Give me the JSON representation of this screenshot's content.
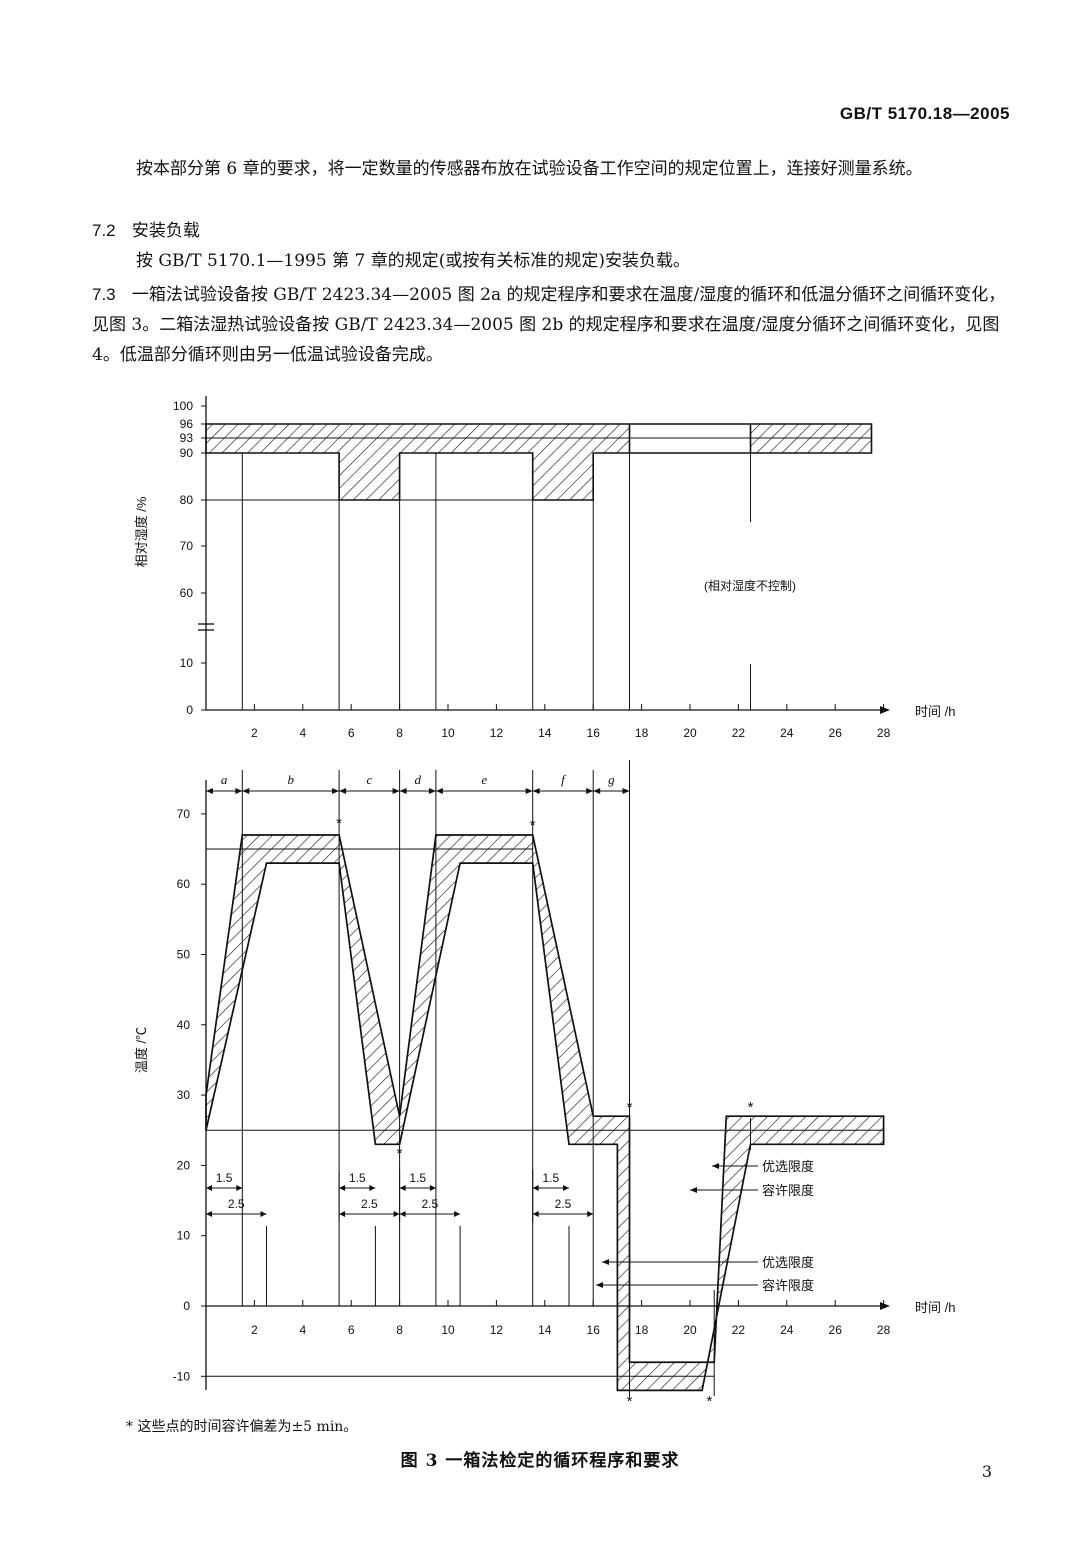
{
  "header": {
    "std_number": "GB/T 5170.18—2005"
  },
  "paragraphs": {
    "p1": "按本部分第 6 章的要求，将一定数量的传感器布放在试验设备工作空间的规定位置上，连接好测量系统。",
    "s72_num": "7.2",
    "s72_title": "安装负载",
    "p2": "按 GB/T 5170.1—1995 第 7 章的规定(或按有关标准的规定)安装负载。",
    "s73_num": "7.3",
    "p3": "一箱法试验设备按 GB/T 2423.34—2005 图 2a 的规定程序和要求在温度/湿度的循环和低温分循环之间循环变化，见图 3。二箱法湿热试验设备按 GB/T 2423.34—2005 图 2b 的规定程序和要求在温度/湿度分循环之间循环变化，见图 4。低温部分循环则由另一低温试验设备完成。"
  },
  "figure": {
    "humidity_ylabel": "相对湿度 /%",
    "humidity_yticks": [
      "100",
      "96",
      "93",
      "90",
      "80",
      "70",
      "60",
      "10",
      "0"
    ],
    "humidity_note": "(相对湿度不控制)",
    "time_label": "时间 /h",
    "xticks": [
      "2",
      "4",
      "6",
      "8",
      "10",
      "12",
      "14",
      "16",
      "18",
      "20",
      "22",
      "24",
      "26",
      "28"
    ],
    "temp_ylabel": "温度 /℃",
    "temp_yticks": [
      "70",
      "60",
      "50",
      "40",
      "30",
      "20",
      "10",
      "0",
      "-10"
    ],
    "phases": [
      "a",
      "b",
      "c",
      "d",
      "e",
      "f",
      "g"
    ],
    "dim_15": "1.5",
    "dim_25": "2.5",
    "preferred_limit": "优选限度",
    "permitted_limit": "容许限度",
    "asterisk": "*"
  },
  "chart_data": [
    {
      "type": "area",
      "title": "",
      "xlabel": "时间 /h",
      "ylabel": "相对湿度 /%",
      "xlim": [
        0,
        28
      ],
      "ylim": [
        0,
        100
      ],
      "axis_break": [
        10,
        60
      ],
      "series": [
        {
          "name": "upper",
          "x": [
            0,
            17.5,
            22.5,
            27.5
          ],
          "y": [
            96,
            96,
            96,
            96
          ]
        },
        {
          "name": "lower",
          "x": [
            0,
            5.5,
            5.5,
            8,
            8,
            13.5,
            13.5,
            16,
            16,
            17.5
          ],
          "y": [
            90,
            90,
            80,
            80,
            90,
            90,
            80,
            80,
            90,
            90
          ]
        }
      ]
    },
    {
      "type": "area",
      "title": "",
      "xlabel": "时间 /h",
      "ylabel": "温度 /℃",
      "xlim": [
        0,
        28
      ],
      "ylim": [
        -10,
        70
      ],
      "series": [
        {
          "name": "upper",
          "x": [
            0,
            1.5,
            5.5,
            8,
            9.5,
            13.5,
            16,
            17.5,
            17.5,
            21,
            21.5,
            28
          ],
          "y": [
            30,
            67,
            67,
            27,
            67,
            67,
            27,
            27,
            -8,
            -8,
            27,
            27
          ]
        },
        {
          "name": "lower",
          "x": [
            0,
            2.5,
            5.5,
            7,
            8,
            10.5,
            13.5,
            15,
            17,
            17,
            20.5,
            22.5,
            28
          ],
          "y": [
            25,
            63,
            63,
            23,
            23,
            63,
            63,
            23,
            23,
            -12,
            -12,
            23,
            23
          ]
        }
      ]
    }
  ],
  "footnote": "*  这些点的时间容许偏差为±5 min。",
  "caption": "图 3   一箱法检定的循环程序和要求",
  "page_number": "3"
}
